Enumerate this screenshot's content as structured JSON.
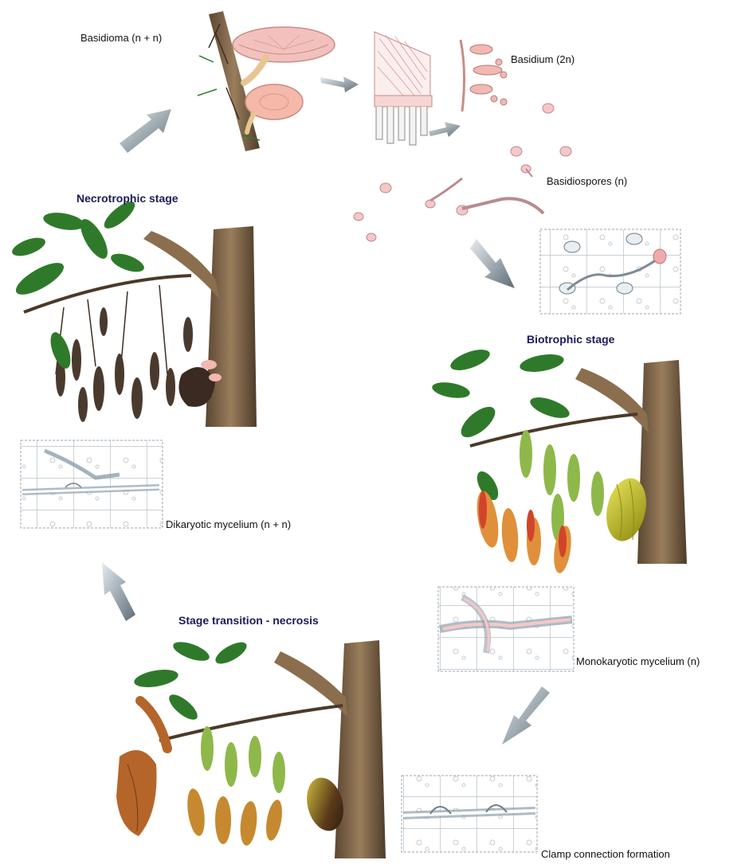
{
  "labels": {
    "basidioma": "Basidioma (n + n)",
    "basidium": "Basidium (2n)",
    "basidiospores": "Basidiospores (n)",
    "dikaryotic": "Dikaryotic mycelium (n + n)",
    "monokaryotic": "Monokaryotic  mycelium (n)",
    "clamp": "Clamp connection formation"
  },
  "stages": {
    "necrotrophic": "Necrotrophic stage",
    "biotrophic": "Biotrophic stage",
    "transition": "Stage transition - necrosis"
  },
  "colors": {
    "title_text": "#1c1a5c",
    "arrow": "#6f7d86",
    "bark": "#7a6448",
    "leaf_green": "#2f7a2a",
    "leaf_dead": "#4a3a2e",
    "mushroom": "#f0b8b4",
    "pod_yellow": "#c8c02a",
    "cell_wall": "#9aa6b0"
  }
}
